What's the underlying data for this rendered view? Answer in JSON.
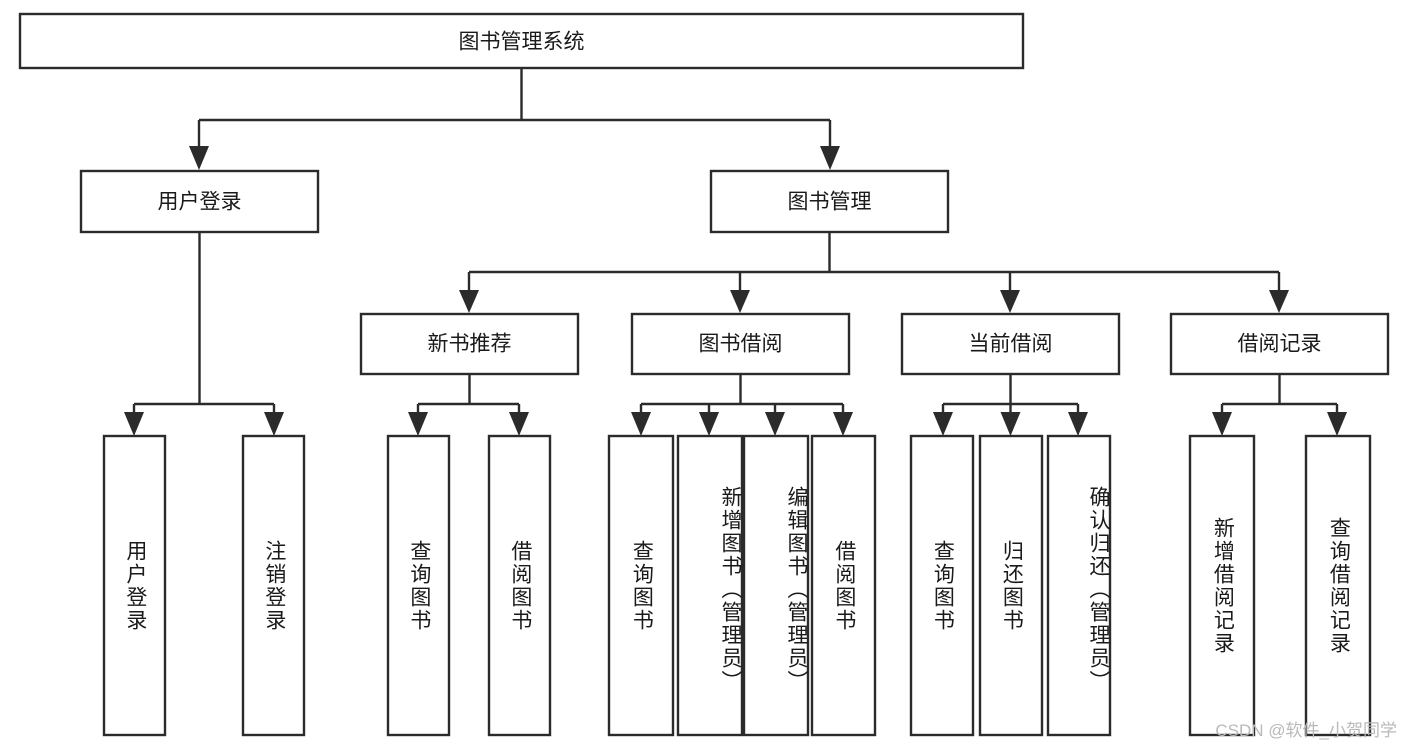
{
  "diagram": {
    "title": "图书管理系统",
    "type": "tree",
    "watermark": "CSDN @软件_小贺同学",
    "colors": {
      "box_stroke": "#2b2b2b",
      "box_fill": "#ffffff",
      "text": "#1a1a1a",
      "background": "#ffffff",
      "watermark": "#b9b9b9"
    },
    "levels": {
      "root": {
        "label": "图书管理系统"
      },
      "level2": [
        {
          "label": "用户登录"
        },
        {
          "label": "图书管理"
        }
      ],
      "level3": [
        {
          "label": "新书推荐"
        },
        {
          "label": "图书借阅"
        },
        {
          "label": "当前借阅"
        },
        {
          "label": "借阅记录"
        }
      ],
      "leaves": [
        {
          "label": "用户登录",
          "parent": "用户登录"
        },
        {
          "label": "注销登录",
          "parent": "用户登录"
        },
        {
          "label": "查询图书",
          "parent": "新书推荐"
        },
        {
          "label": "借阅图书",
          "parent": "新书推荐"
        },
        {
          "label": "查询图书",
          "parent": "图书借阅"
        },
        {
          "label": "新增图书（管理员）",
          "parent": "图书借阅"
        },
        {
          "label": "编辑图书（管理员）",
          "parent": "图书借阅"
        },
        {
          "label": "借阅图书",
          "parent": "图书借阅"
        },
        {
          "label": "查询图书",
          "parent": "当前借阅"
        },
        {
          "label": "归还图书",
          "parent": "当前借阅"
        },
        {
          "label": "确认归还（管理员）",
          "parent": "当前借阅"
        },
        {
          "label": "新增借阅记录",
          "parent": "借阅记录"
        },
        {
          "label": "查询借阅记录",
          "parent": "借阅记录"
        }
      ]
    }
  }
}
